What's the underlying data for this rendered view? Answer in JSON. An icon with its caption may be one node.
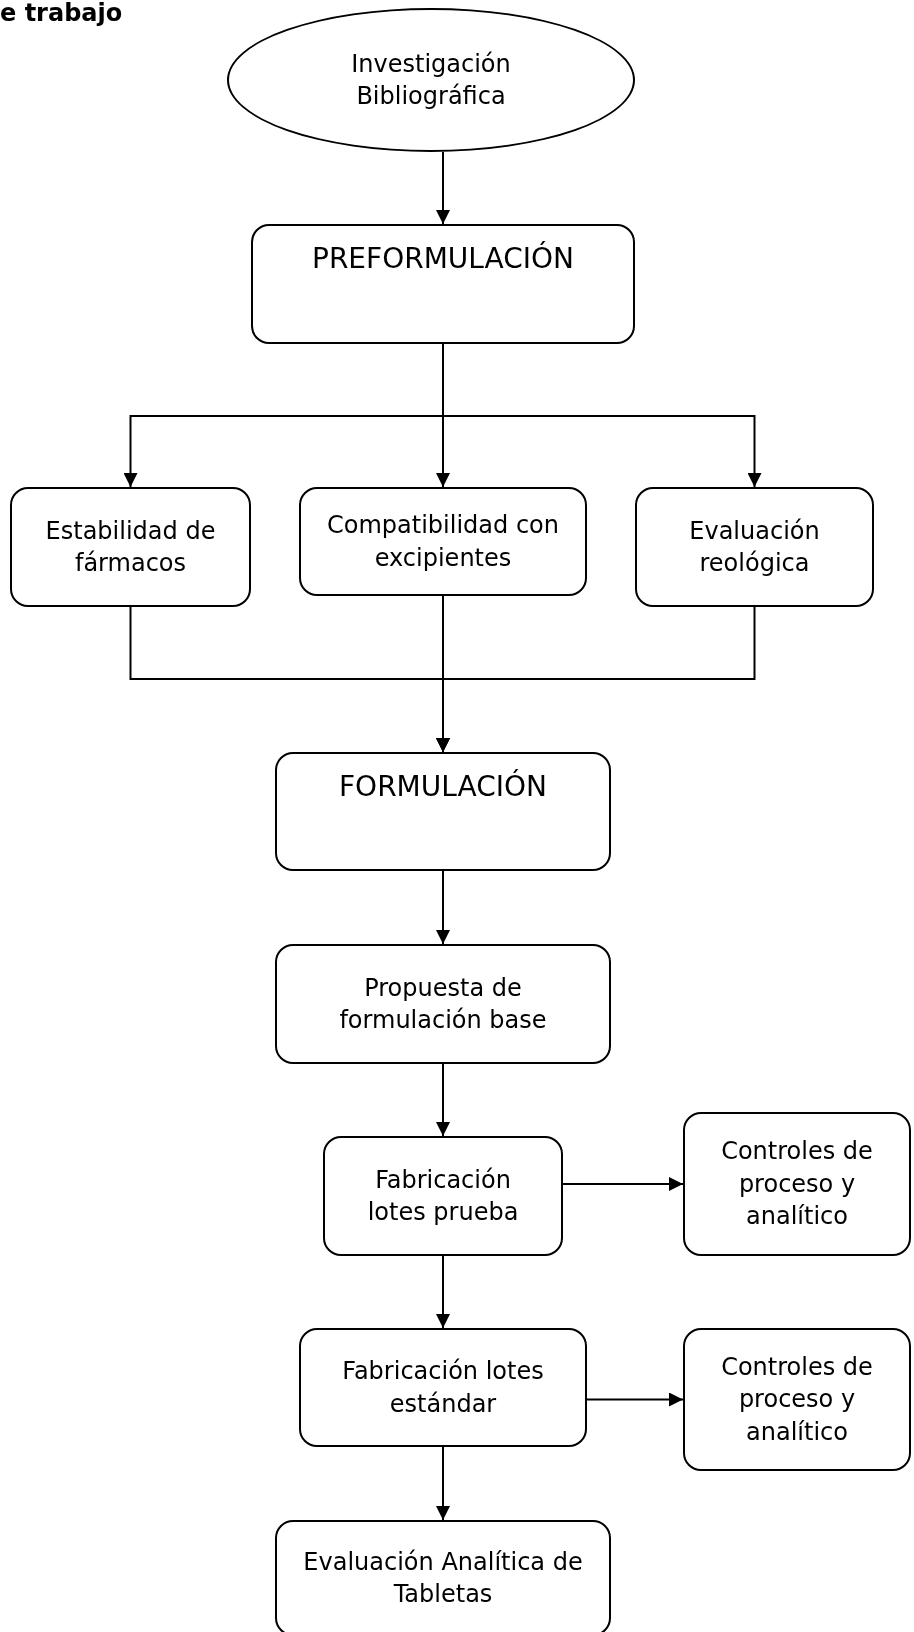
{
  "diagram": {
    "title": "e trabajo",
    "nodes": [
      {
        "text": [
          "Investigación Bibliográfica"
        ]
      },
      {
        "text": [
          "PREFORMULACIÓN"
        ]
      },
      {
        "text": [
          "Estabilidad de fármacos"
        ]
      },
      {
        "text": [
          "Compatibilidad con excipientes"
        ]
      },
      {
        "text": [
          "Evaluación reológica"
        ]
      },
      {
        "text": [
          "FORMULACIÓN"
        ]
      },
      {
        "text": [
          "Propuesta de formulación base"
        ]
      },
      {
        "text": [
          "Fabricación lotes prueba"
        ]
      },
      {
        "text": [
          "Controles de proceso y analítico"
        ]
      },
      {
        "text": [
          "Fabricación lotes estándar"
        ]
      },
      {
        "text": [
          "Controles de proceso y analítico"
        ]
      },
      {
        "text": [
          "Evaluación Analítica de Tabletas"
        ]
      }
    ],
    "edges": [
      {
        "from": 0,
        "to": 1,
        "arrow": "to"
      },
      {
        "from": 1,
        "to": 2,
        "arrow": "to"
      },
      {
        "from": 1,
        "to": 3,
        "arrow": "to"
      },
      {
        "from": 1,
        "to": 4,
        "arrow": "to"
      },
      {
        "from": 2,
        "to": 5,
        "arrow": "to"
      },
      {
        "from": 3,
        "to": 5,
        "arrow": "to"
      },
      {
        "from": 4,
        "to": 5,
        "arrow": "to"
      },
      {
        "from": 5,
        "to": 6,
        "arrow": "to"
      },
      {
        "from": 6,
        "to": 7,
        "arrow": "to"
      },
      {
        "from": 7,
        "to": 8,
        "arrow": "to"
      },
      {
        "from": 7,
        "to": 9,
        "arrow": "to"
      },
      {
        "from": 9,
        "to": 10,
        "arrow": "to"
      },
      {
        "from": 9,
        "to": 11,
        "arrow": "to"
      }
    ]
  }
}
